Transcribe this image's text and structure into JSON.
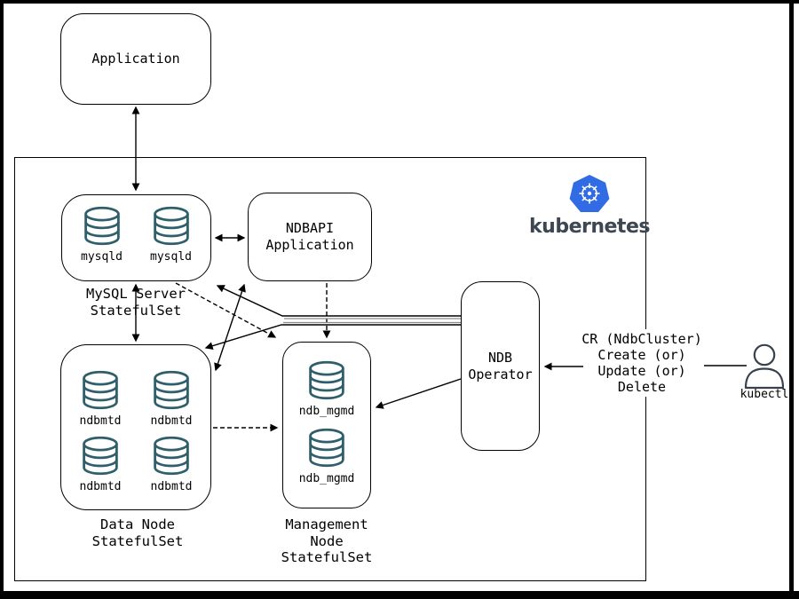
{
  "application": {
    "label": "Application"
  },
  "kubernetes_logo": {
    "wordmark": "kubernetes"
  },
  "mysql_statefulset": {
    "caption": "MySQL Server\nStatefulSet",
    "pods": [
      "mysqld",
      "mysqld"
    ]
  },
  "ndbapi": {
    "label": "NDBAPI\nApplication"
  },
  "data_statefulset": {
    "caption": "Data Node\nStatefulSet",
    "pods": [
      "ndbmtd",
      "ndbmtd",
      "ndbmtd",
      "ndbmtd"
    ]
  },
  "management_statefulset": {
    "caption": "Management\nNode\nStatefulSet",
    "pods": [
      "ndb_mgmd",
      "ndb_mgmd"
    ]
  },
  "ndb_operator": {
    "label": "NDB\nOperator"
  },
  "cr_annotation": {
    "text": "CR (NdbCluster)\nCreate (or)\nUpdate (or)\nDelete"
  },
  "kubectl": {
    "label": "kubectl"
  },
  "colors": {
    "database_icon": "#2E5F6B",
    "kubernetes_blue": "#326CE5",
    "wordmark_gray": "#3D4752",
    "actor_gray": "#37424C",
    "line_black": "#000000",
    "line_echo_gray": "#8a8a8a"
  }
}
